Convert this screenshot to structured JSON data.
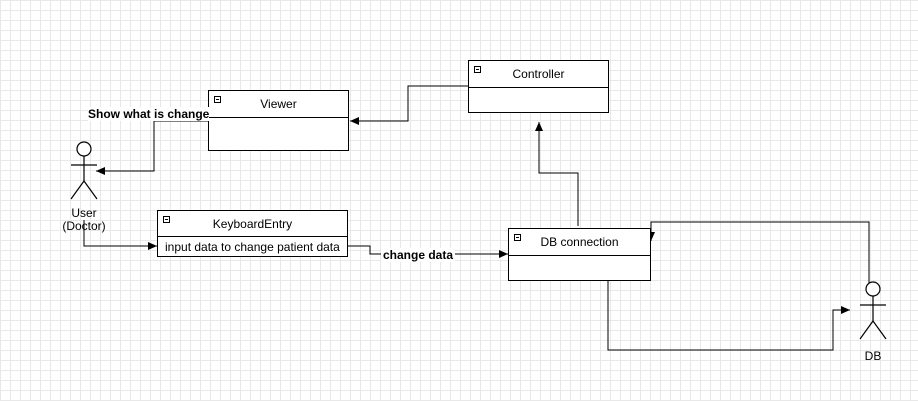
{
  "classes": {
    "controller": {
      "name": "Controller"
    },
    "viewer": {
      "name": "Viewer"
    },
    "keyboard_entry": {
      "name": "KeyboardEntry",
      "attribute": "input data to change patient data"
    },
    "db_connection": {
      "name": "DB connection"
    }
  },
  "actors": {
    "user": {
      "line1": "User",
      "line2": "(Doctor)"
    },
    "db": {
      "name": "DB"
    }
  },
  "edge_labels": {
    "show_change": "Show what is change",
    "change_data": "change data"
  }
}
